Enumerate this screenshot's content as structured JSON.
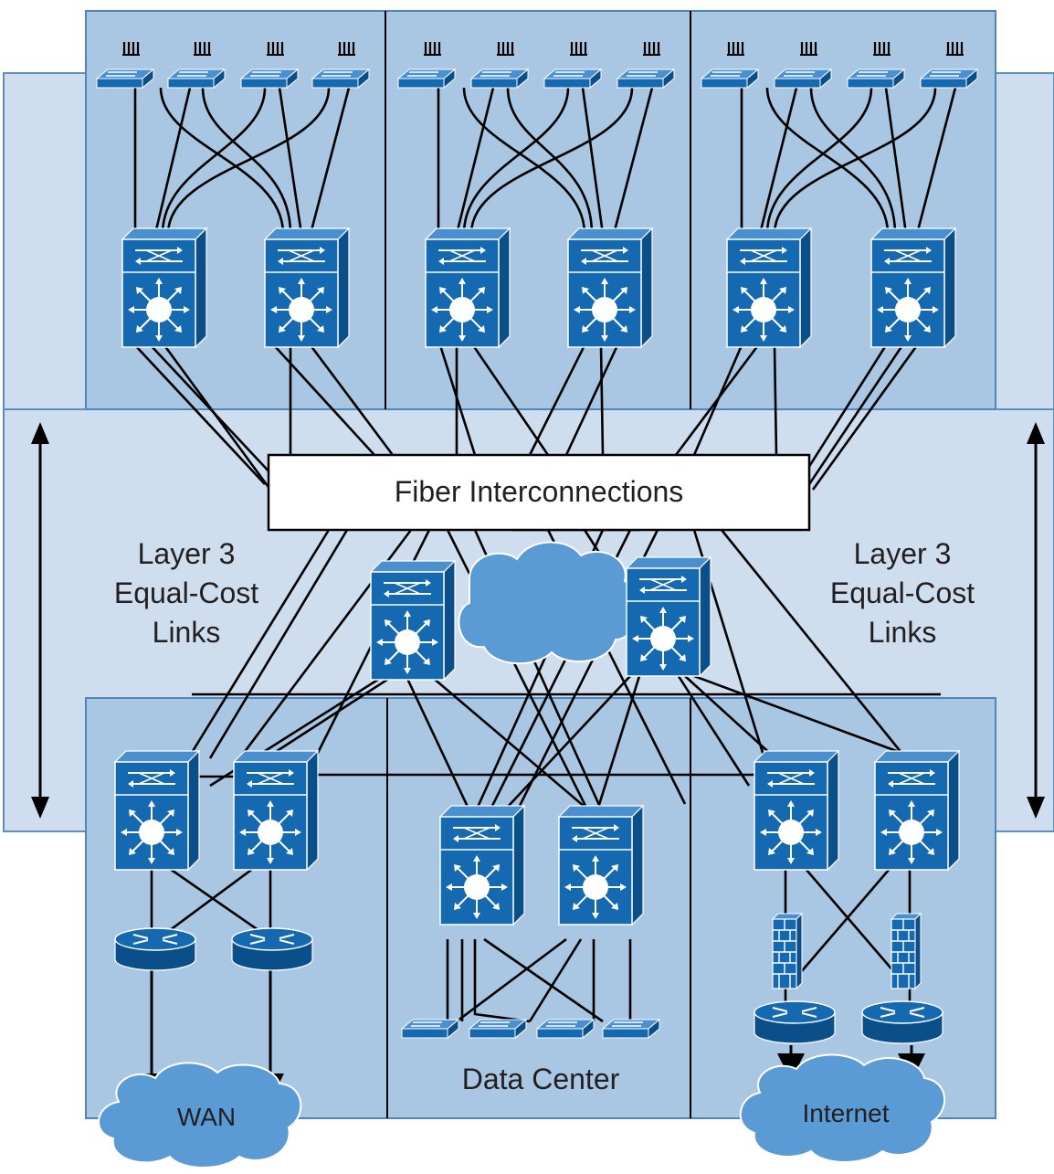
{
  "labels": {
    "fiber": "Fiber Interconnections",
    "left_layer": [
      "Layer 3",
      "Equal-Cost",
      "Links"
    ],
    "right_layer": [
      "Layer 3",
      "Equal-Cost",
      "Links"
    ],
    "wan": "WAN",
    "internet": "Internet",
    "datacenter": "Data Center"
  },
  "colors": {
    "band": "#cfdeee",
    "panel": "#a9c6e2",
    "device": "#1469b0",
    "device_dark": "#0a4f8c",
    "cloud": "#5b9bd5",
    "line": "#000000"
  },
  "icons": {
    "access_switch": "workgroup-switch-icon",
    "multilayer_switch": "layer3-switch-icon",
    "router": "router-icon",
    "firewall": "firewall-icon",
    "cloud": "cloud-icon"
  }
}
